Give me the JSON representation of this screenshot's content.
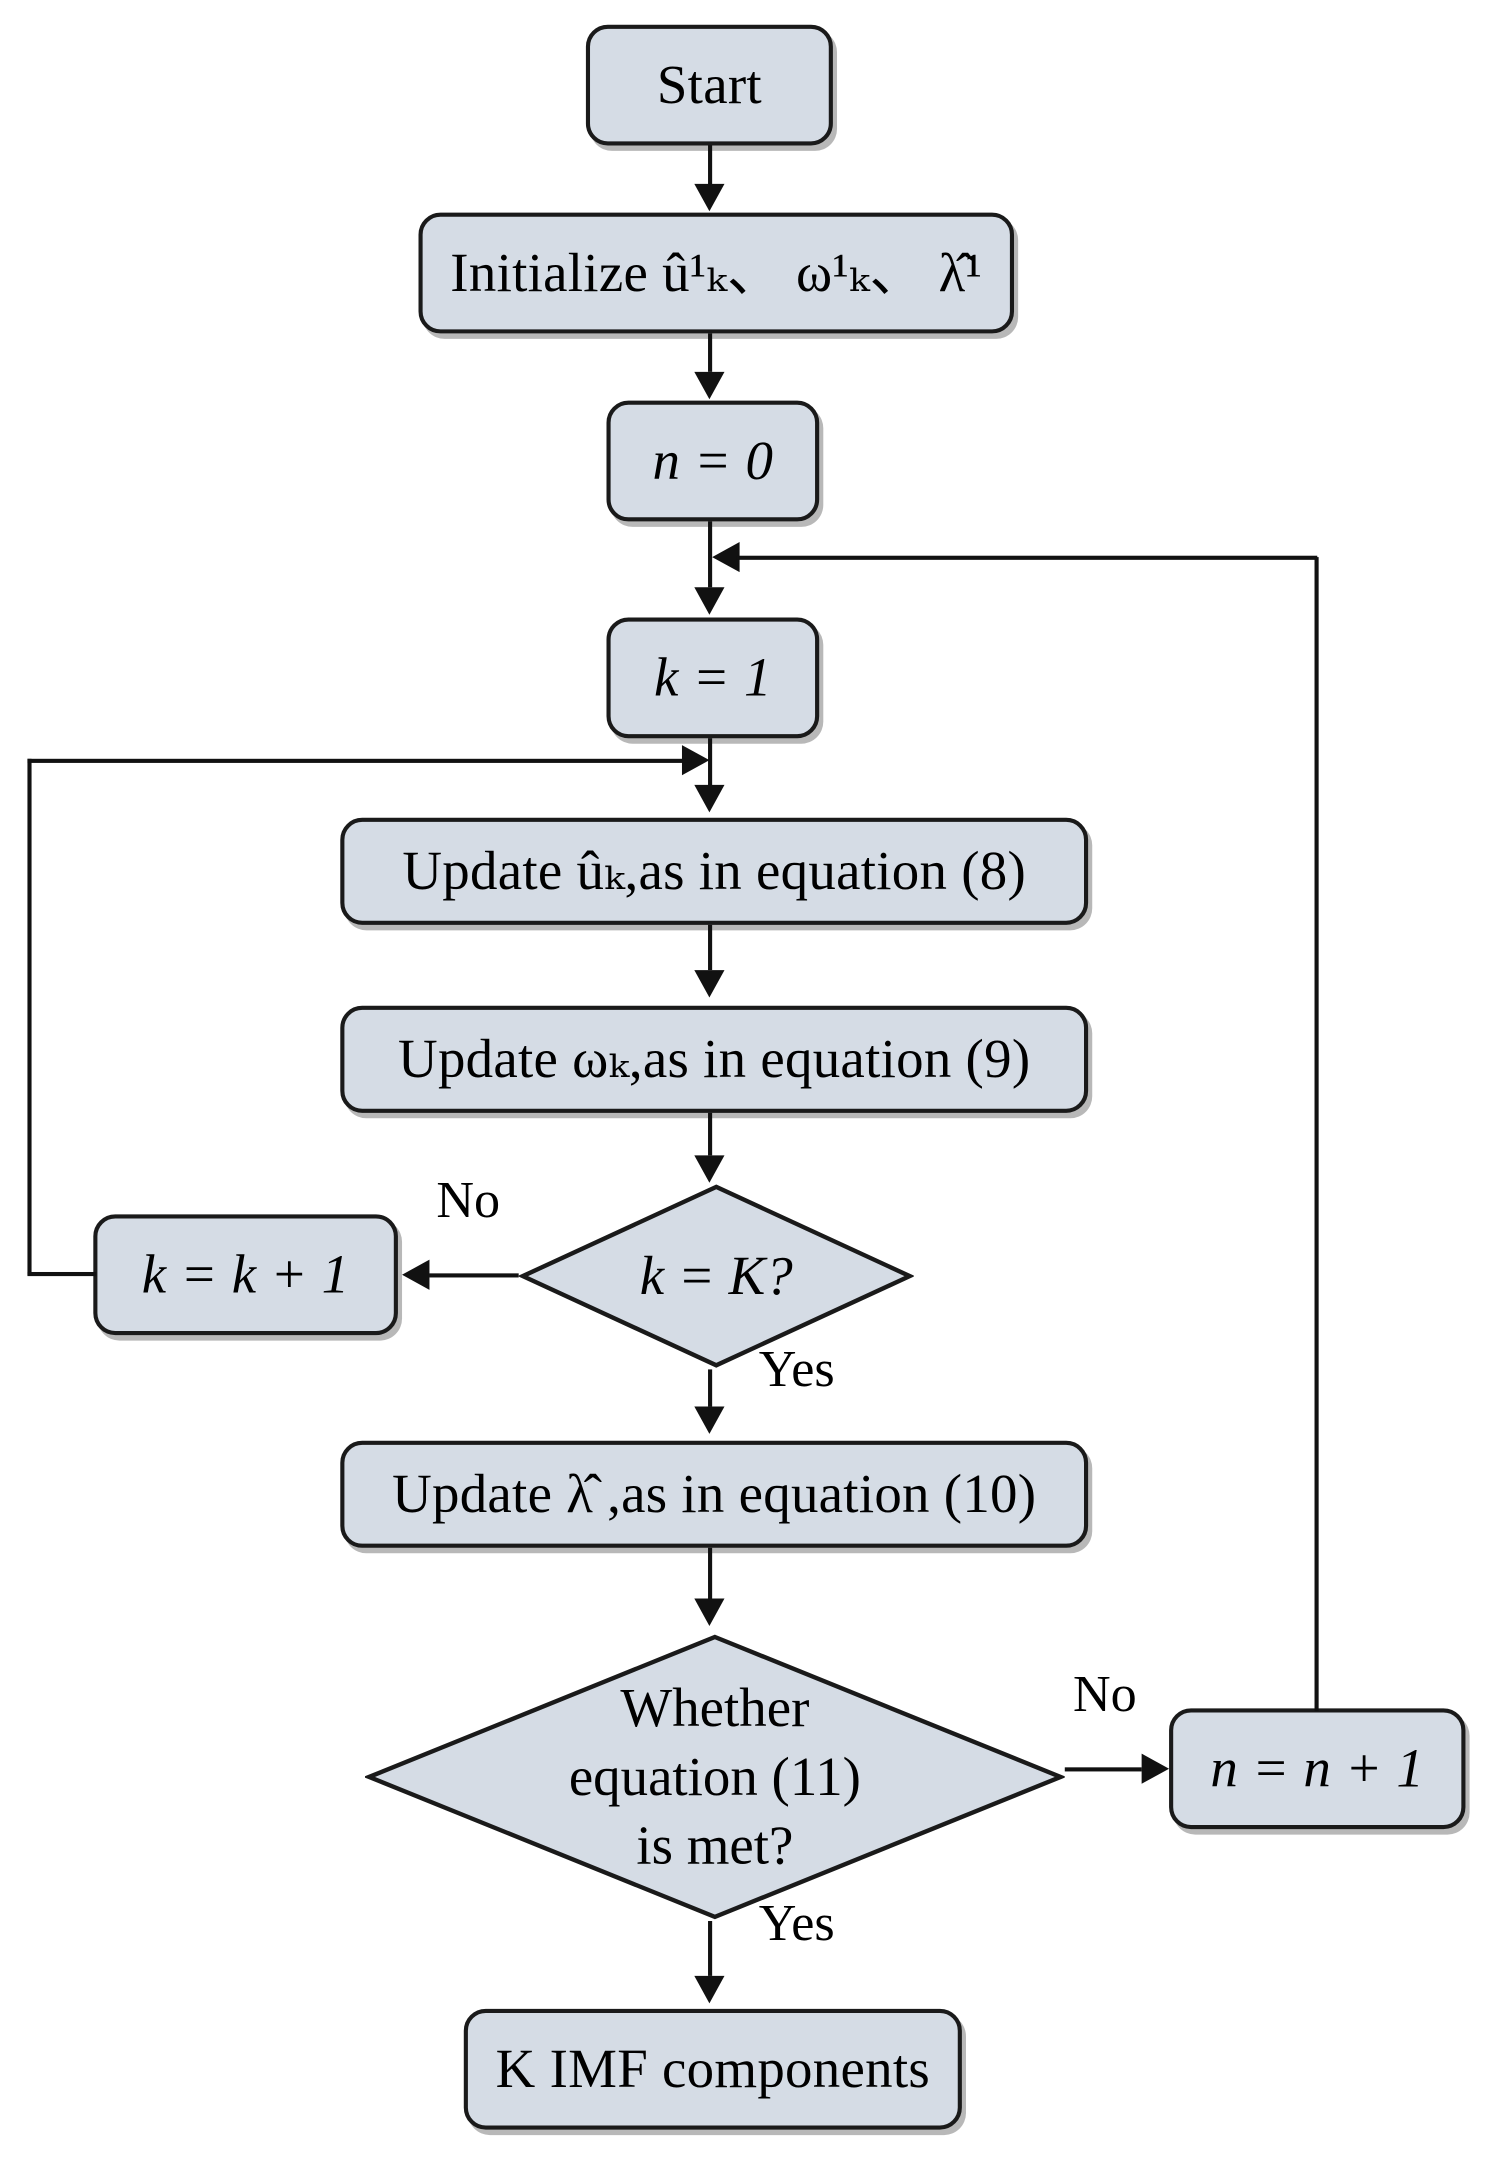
{
  "diagram": {
    "title": "VMD (Variational Mode Decomposition) algorithm flowchart",
    "type": "flowchart",
    "background_color": "#ffffff",
    "node_fill_color": "#d5dce5",
    "node_border_color": "#1a1a1a",
    "connector_color": "#111111"
  },
  "nodes": {
    "start": {
      "label": "Start",
      "shape": "rounded-rect"
    },
    "initialize": {
      "label": "Initialize  û¹ₖ、 ω¹ₖ、 λ̂¹",
      "shape": "rounded-rect"
    },
    "n_zero": {
      "label": "n = 0",
      "shape": "rounded-rect"
    },
    "k_one": {
      "label": "k = 1",
      "shape": "rounded-rect"
    },
    "update_u": {
      "label": "Update ûₖ,as in equation (8)",
      "shape": "rounded-rect"
    },
    "update_omega": {
      "label": "Update ωₖ,as in equation (9)",
      "shape": "rounded-rect"
    },
    "decision_k": {
      "label": "k = K?",
      "shape": "diamond"
    },
    "k_increment": {
      "label": "k = k + 1",
      "shape": "rounded-rect"
    },
    "update_lambda": {
      "label": "Update λ̂ ,as in equation (10)",
      "shape": "rounded-rect"
    },
    "decision_converged": {
      "label_lines": [
        "Whether",
        "equation (11)",
        "is met?"
      ],
      "shape": "diamond"
    },
    "n_increment": {
      "label": "n = n + 1",
      "shape": "rounded-rect"
    },
    "output": {
      "label": "K IMF components",
      "shape": "rounded-rect"
    }
  },
  "edge_labels": {
    "k_decision_no": "No",
    "k_decision_yes": "Yes",
    "converged_no": "No",
    "converged_yes": "Yes"
  }
}
